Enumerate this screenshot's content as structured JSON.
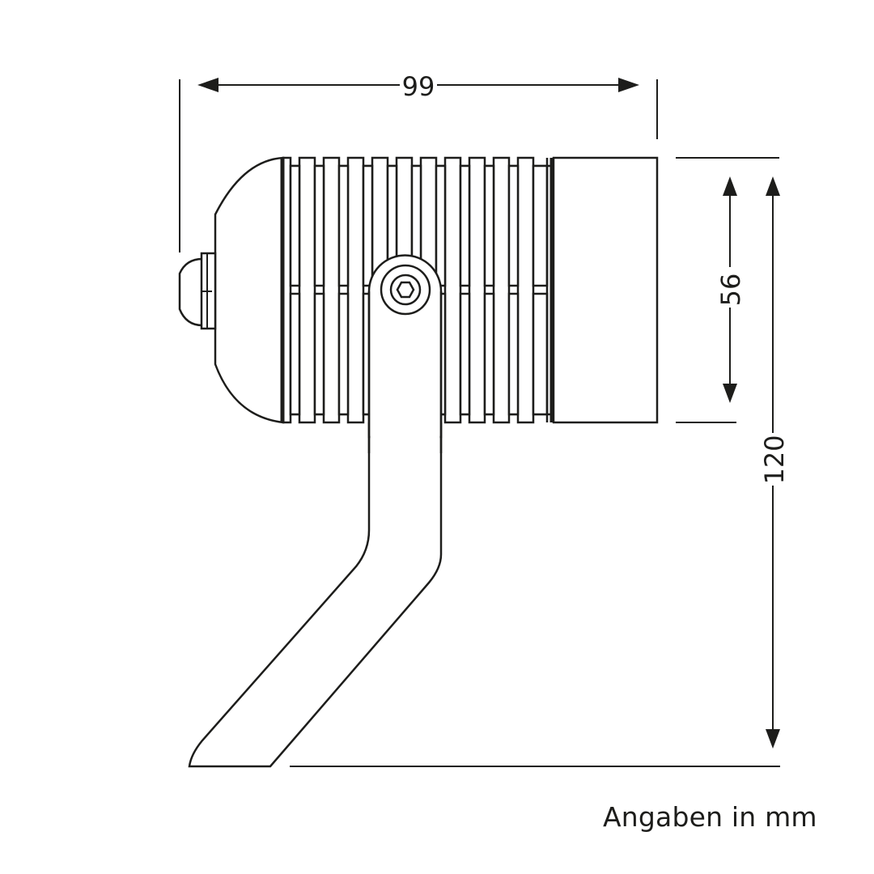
{
  "drawing": {
    "subject": "spotlight with ground spike, side view",
    "line_color": "#1d1d1b",
    "background": "#ffffff"
  },
  "dimensions": {
    "width_label": "99",
    "head_height_label": "56",
    "total_height_label": "120"
  },
  "note": {
    "units_label": "Angaben in mm"
  }
}
